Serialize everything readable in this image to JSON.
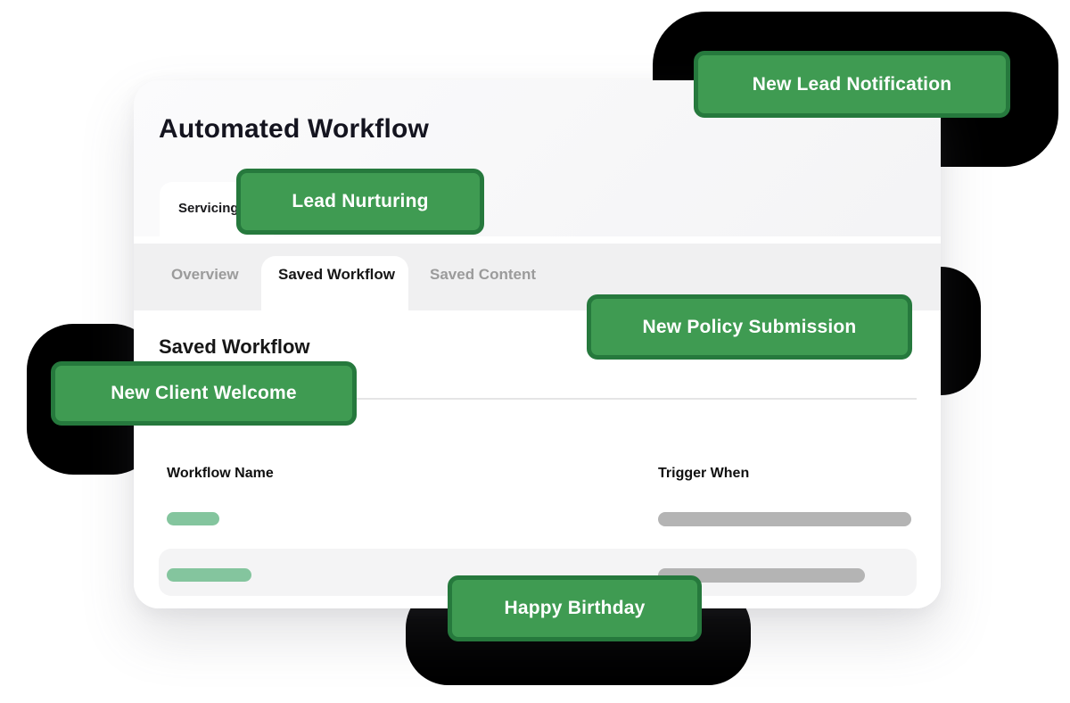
{
  "card": {
    "title": "Automated Workflow",
    "main_tab": {
      "label": "Servicing"
    },
    "subtabs": [
      {
        "label": "Overview",
        "active": false
      },
      {
        "label": "Saved Workflow",
        "active": true
      },
      {
        "label": "Saved Content",
        "active": false
      }
    ],
    "section_heading": "Saved Workflow",
    "table": {
      "columns": [
        "Workflow Name",
        "Trigger When"
      ],
      "rows": [
        {
          "name_placeholder": "green-bar",
          "trigger_placeholder": "gray-bar"
        },
        {
          "name_placeholder": "green-bar",
          "trigger_placeholder": "gray-bar"
        }
      ]
    }
  },
  "badges": [
    {
      "id": "new-lead-notification",
      "label": "New Lead Notification"
    },
    {
      "id": "lead-nurturing",
      "label": "Lead Nurturing"
    },
    {
      "id": "new-policy-submission",
      "label": "New Policy Submission"
    },
    {
      "id": "new-client-welcome",
      "label": "New Client Welcome"
    },
    {
      "id": "happy-birthday",
      "label": "Happy Birthday"
    }
  ],
  "colors": {
    "badge_fill": "#3f9b52",
    "badge_border": "#26793d",
    "badge_text": "#ffffff",
    "pill_green": "#84c59e",
    "bar_gray": "#b4b4b4",
    "blob_black": "#000000",
    "card_bg": "#f5f5f6",
    "active_text": "#161616",
    "inactive_text": "#9b9b9b"
  }
}
